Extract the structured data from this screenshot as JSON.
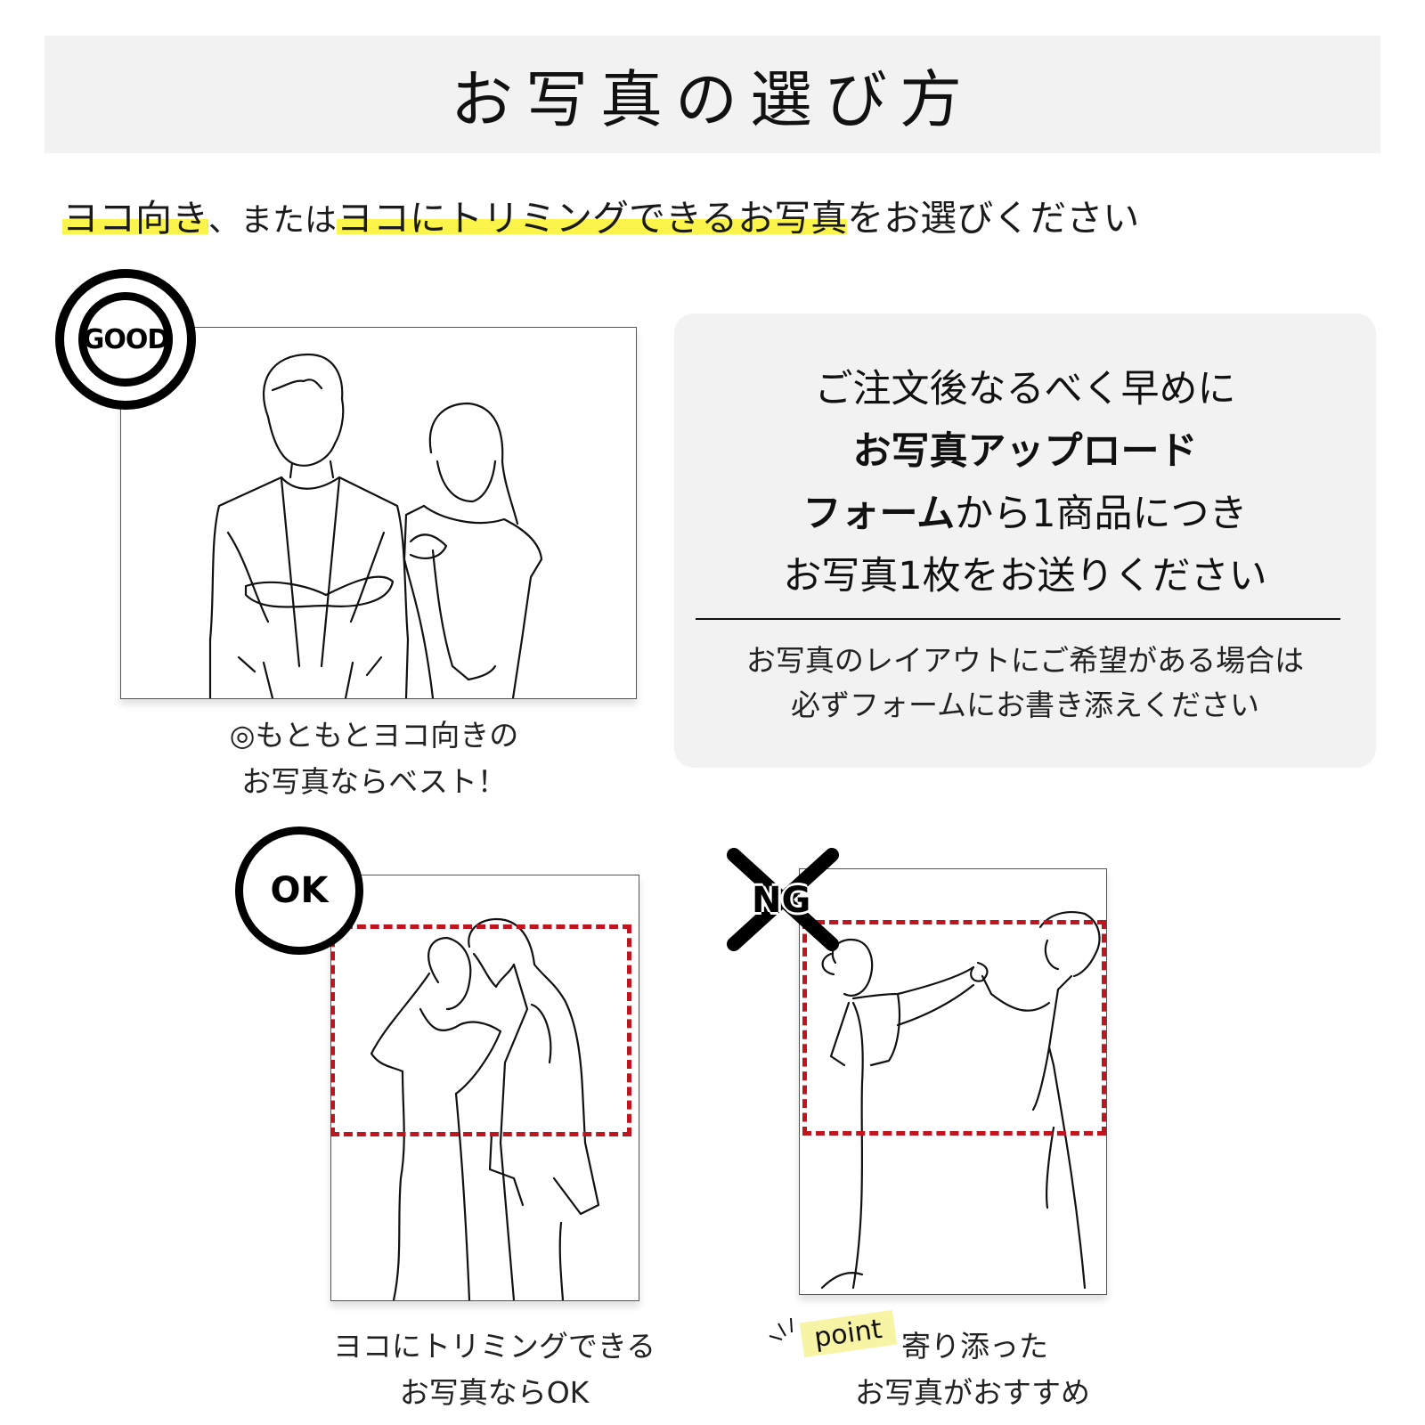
{
  "header": {
    "title": "お写真の選び方"
  },
  "subtitle": {
    "part1_highlighted": "ヨコ向き",
    "part2": "、または",
    "part3_highlighted": "ヨコにトリミングできるお写真",
    "part4": "をお選びください"
  },
  "colors": {
    "highlight": "#fbf44a",
    "crop_dash": "#c0141f",
    "panel_bg": "#f2f2f2",
    "point_tag_bg": "#f8f4a6"
  },
  "good_example": {
    "badge_label": "GOOD",
    "illustration": "couple-standing-landscape",
    "caption_line1": "◎もともとヨコ向きの",
    "caption_line2": "お写真ならベスト！"
  },
  "info_panel": {
    "line1": "ご注文後なるべく早めに",
    "line2_bold": "お写真アップロード",
    "line3_bold": "フォーム",
    "line3_rest": "から1商品につき",
    "line4": "お写真1枚をお送りください",
    "note_line1": "お写真のレイアウトにご希望がある場合は",
    "note_line2": "必ずフォームにお書き添えください"
  },
  "ok_example": {
    "badge_label": "OK",
    "illustration": "couple-embracing-portrait",
    "caption_line1": "ヨコにトリミングできる",
    "caption_line2": "お写真ならOK"
  },
  "ng_example": {
    "badge_label": "NG",
    "illustration": "couple-dancing-portrait",
    "point_tag": "point",
    "caption_line1": "寄り添った",
    "caption_line2": "お写真がおすすめ"
  }
}
